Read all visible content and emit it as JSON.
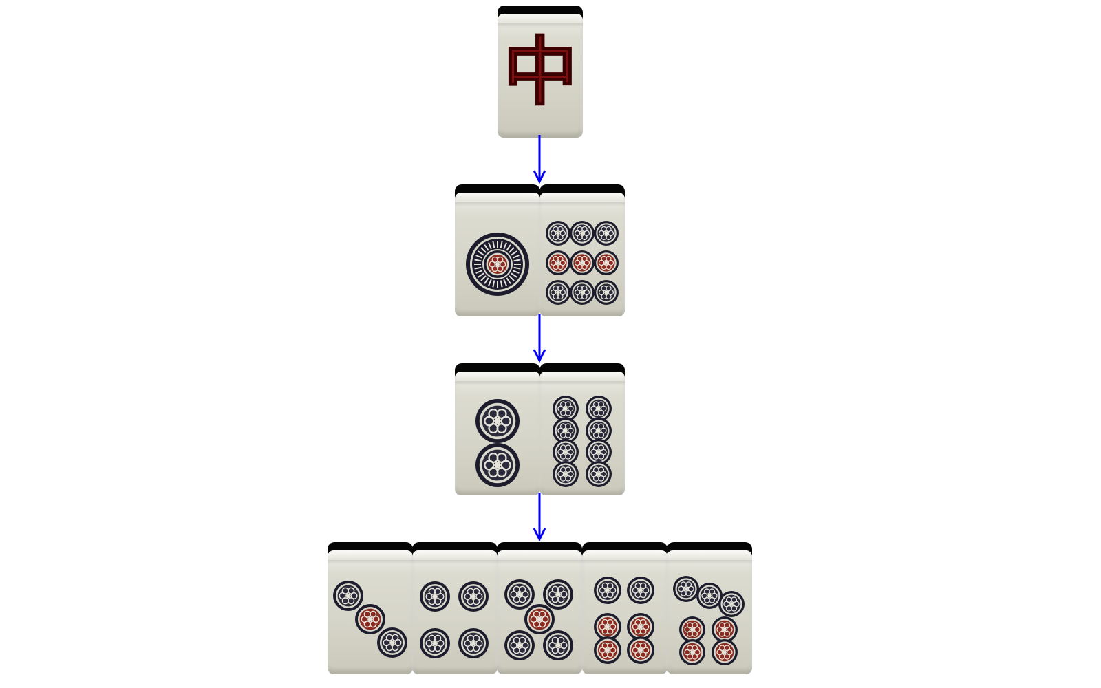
{
  "game": "Mahjong",
  "accent_color": "#0000ee",
  "rows": [
    {
      "tiles": [
        {
          "suit": "dragon",
          "name": "red-dragon",
          "glyph": "中",
          "color": "#7a1010"
        }
      ]
    },
    {
      "tiles": [
        {
          "suit": "circles",
          "value": 1
        },
        {
          "suit": "circles",
          "value": 9
        }
      ]
    },
    {
      "tiles": [
        {
          "suit": "circles",
          "value": 2
        },
        {
          "suit": "circles",
          "value": 8
        }
      ]
    },
    {
      "tiles": [
        {
          "suit": "circles",
          "value": 3
        },
        {
          "suit": "circles",
          "value": 4
        },
        {
          "suit": "circles",
          "value": 5
        },
        {
          "suit": "circles",
          "value": 6
        },
        {
          "suit": "circles",
          "value": 7
        }
      ]
    }
  ],
  "arrows": [
    "row-1-to-row-2",
    "row-2-to-row-3",
    "row-3-to-row-4"
  ]
}
